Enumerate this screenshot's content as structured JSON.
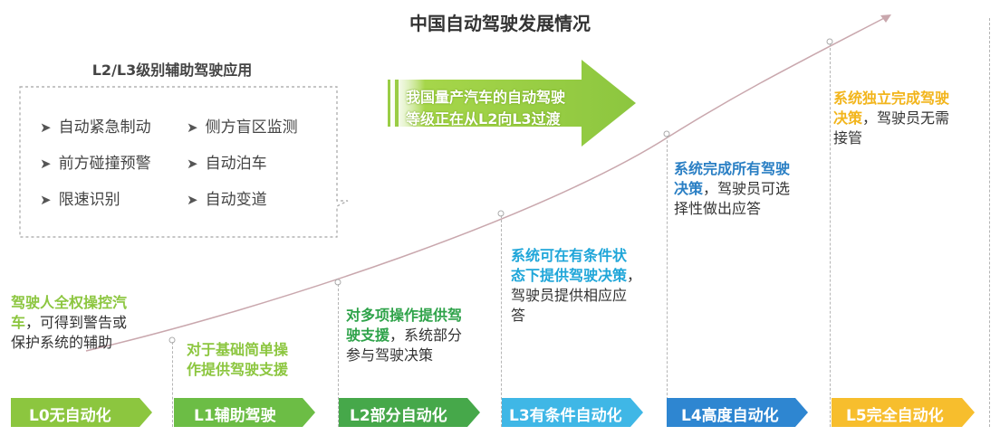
{
  "title": "中国自动驾驶发展情况",
  "callout": {
    "title": "L2/L3级别辅助驾驶应用",
    "features": [
      "自动紧急制动",
      "侧方盲区监测",
      "前方碰撞预警",
      "自动泊车",
      "限速识别",
      "自动变道"
    ]
  },
  "arrow_note": {
    "line1": "我国量产汽车的自动驾驶",
    "line2": "等级正在从L2向L3过渡",
    "color": "#8cc63f"
  },
  "levels": [
    {
      "label": "L0无自动化",
      "color": "#8cc63f",
      "desc_highlight_lines": [
        "驾驶人全权操控汽",
        "车"
      ],
      "desc_normal_tail": "，可得到警告或",
      "desc_normal_lines": [
        "保护系统的辅助"
      ]
    },
    {
      "label": "L1辅助驾驶",
      "color": "#6cbd45",
      "desc_highlight_lines": [
        "对于基础简单操",
        "作提供驾驶支援"
      ],
      "desc_normal_tail": "",
      "desc_normal_lines": []
    },
    {
      "label": "L2部分自动化",
      "color": "#46a84a",
      "desc_highlight_lines": [
        "对多项操作提供驾",
        "驶支援"
      ],
      "desc_normal_tail": "，系统部分",
      "desc_normal_lines": [
        "参与驾驶决策"
      ]
    },
    {
      "label": "L3有条件自动化",
      "color": "#3fb7e6",
      "desc_highlight_lines": [
        "系统可在有条件状",
        "态下提供驾驶决策"
      ],
      "desc_normal_tail": "，",
      "desc_normal_lines": [
        "驾驶员提供相应应",
        "答"
      ]
    },
    {
      "label": "L4高度自动化",
      "color": "#2e86d1",
      "desc_highlight_lines": [
        "系统完成所有驾驶",
        "决策"
      ],
      "desc_normal_tail": "，驾驶员可选",
      "desc_normal_lines": [
        "择性做出应答"
      ]
    },
    {
      "label": "L5完全自动化",
      "color": "#f7be2d",
      "desc_highlight_lines": [
        "系统独立完成驾驶",
        "决策"
      ],
      "desc_normal_tail": "，驾驶员无需",
      "desc_normal_lines": [
        "接管"
      ]
    }
  ]
}
